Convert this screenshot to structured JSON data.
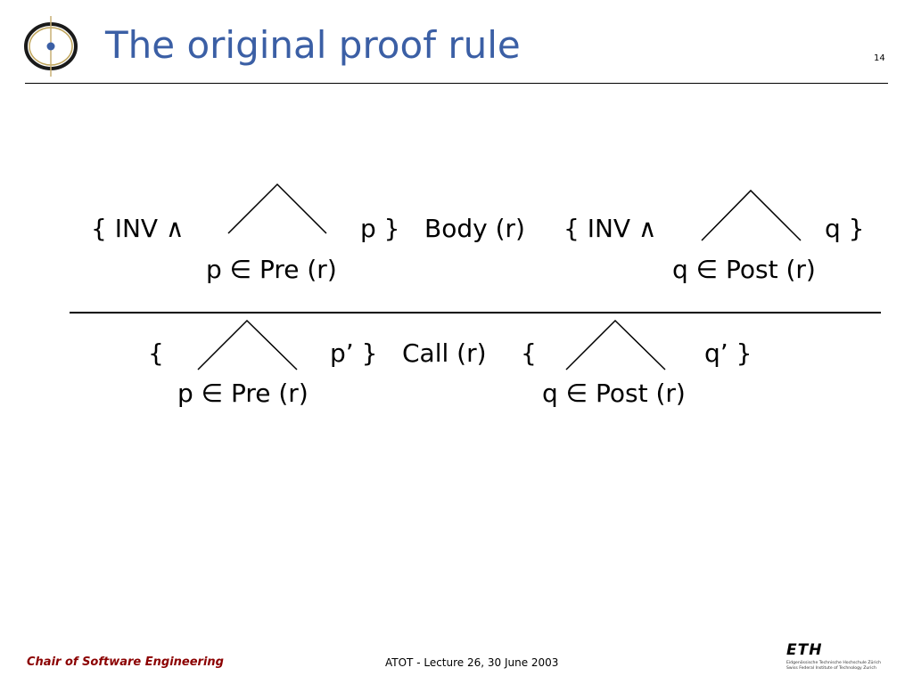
{
  "header": {
    "title": "The original proof rule",
    "slide_number": "14"
  },
  "rule": {
    "premise": {
      "open1": "{ INV ∧",
      "p_close": "p }",
      "body": "Body (r)",
      "open2": "{ INV ∧",
      "q_close": "q }",
      "sub1": "p ∈ Pre (r)",
      "sub2": "q ∈ Post (r)"
    },
    "conclusion": {
      "open1": "{",
      "p_close": "p’ }",
      "call": "Call (r)",
      "open2": "{",
      "q_close": "q’ }",
      "sub1": "p ∈ Pre (r)",
      "sub2": "q ∈ Post (r)"
    }
  },
  "footer": {
    "chair": "Chair of Software Engineering",
    "lecture": "ATOT - Lecture 26, 30 June 2003",
    "eth_word": "ETH",
    "eth_line1": "Eidgenössische Technische Hochschule Zürich",
    "eth_line2": "Swiss Federal Institute of Technology Zurich"
  }
}
